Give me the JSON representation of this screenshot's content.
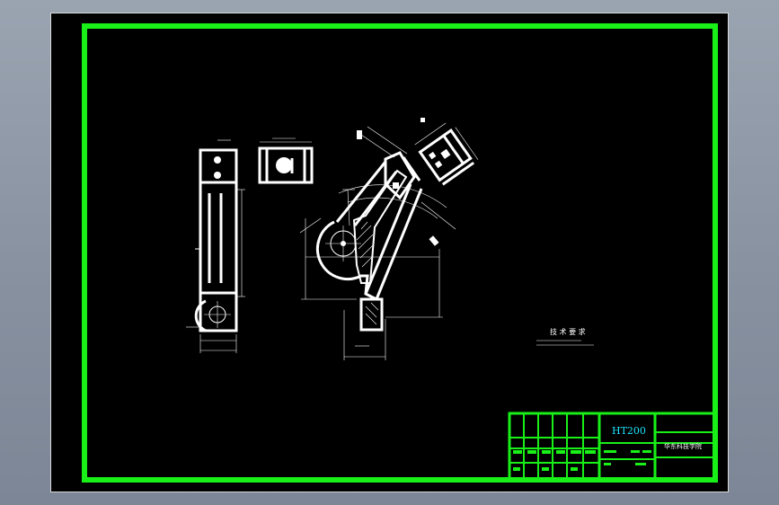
{
  "drawing": {
    "technical_requirements_title": "技 术 要 求",
    "material": "HT200",
    "company": "华东科技学院",
    "colors": {
      "background": "#000000",
      "frame": "#18f018",
      "lines": "#ffffff",
      "material_text": "#1ee6ff"
    }
  }
}
